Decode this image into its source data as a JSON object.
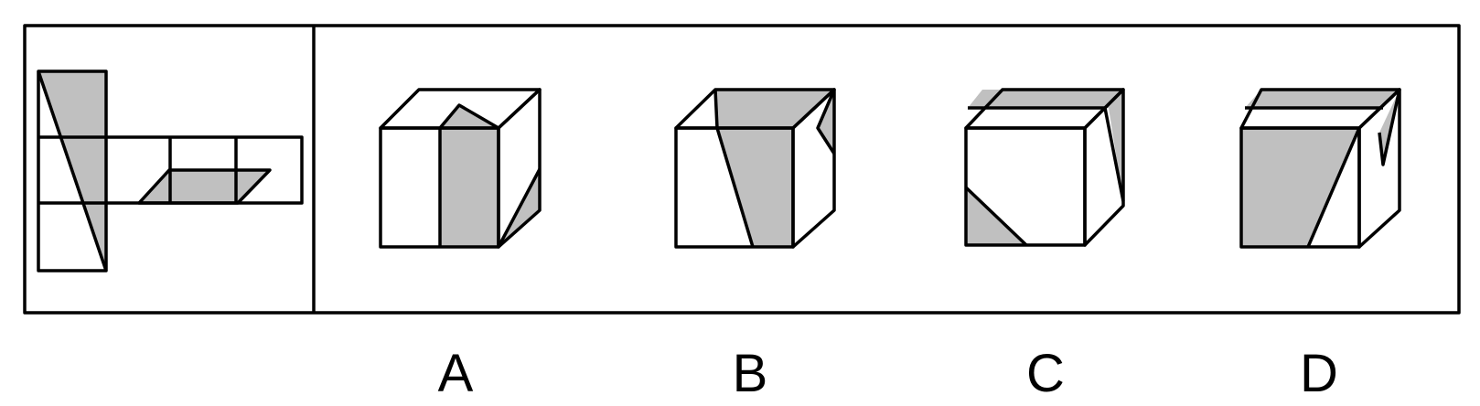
{
  "colors": {
    "fill": "#c0c0c0",
    "stroke": "#000000",
    "background": "#ffffff"
  },
  "options": [
    {
      "id": "A",
      "label": "A"
    },
    {
      "id": "B",
      "label": "B"
    },
    {
      "id": "C",
      "label": "C"
    },
    {
      "id": "D",
      "label": "D"
    }
  ]
}
